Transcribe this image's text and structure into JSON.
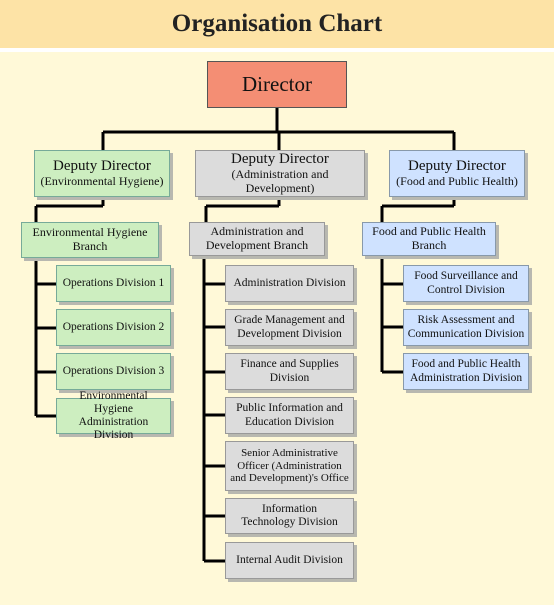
{
  "title": "Organisation Chart",
  "director": "Director",
  "deputies": [
    {
      "title": "Deputy Director",
      "unit": "(Environmental Hygiene)"
    },
    {
      "title": "Deputy Director",
      "unit": "(Administration and Development)"
    },
    {
      "title": "Deputy Director",
      "unit": "(Food and Public Health)"
    }
  ],
  "branches": [
    {
      "name": "Environmental Hygiene Branch"
    },
    {
      "name": "Administration and Development Branch"
    },
    {
      "name": "Food and Public Health Branch"
    }
  ],
  "divisions": {
    "environmental": [
      "Operations Division 1",
      "Operations Division 2",
      "Operations Division 3",
      "Environmental Hygiene Administration Division"
    ],
    "administration": [
      "Administration Division",
      "Grade Management and Development Division",
      "Finance and Supplies Division",
      "Public Information and Education Division",
      "Senior Administrative Officer (Administration and Development)'s Office",
      "Information Technology Division",
      "Internal Audit Division"
    ],
    "food": [
      "Food Surveillance and Control Division",
      "Risk Assessment and Communication Division",
      "Food and Public Health Administration Division"
    ]
  },
  "colors": {
    "title_band": "#fde3a6",
    "background": "#fff9d8",
    "director": "#f48e74",
    "environmental": "#cdeec0",
    "administration": "#dcdcdc",
    "food": "#cfe2ff"
  }
}
